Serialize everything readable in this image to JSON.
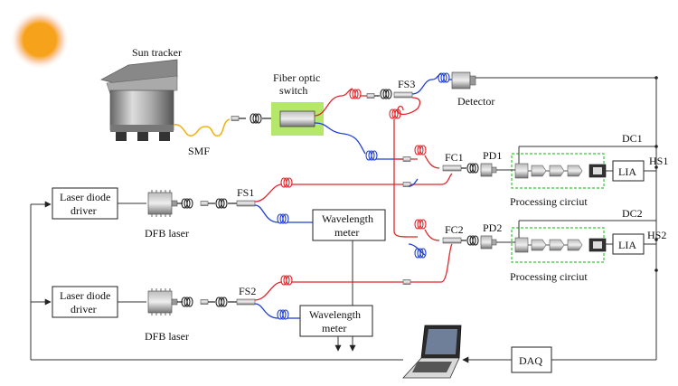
{
  "labels": {
    "sun_tracker": "Sun tracker",
    "fiber_switch_1": "Fiber optic",
    "fiber_switch_2": "switch",
    "smf": "SMF",
    "fs3": "FS3",
    "detector": "Detector",
    "dc1": "DC1",
    "hs1": "HS1",
    "fc1": "FC1",
    "pd1": "PD1",
    "lia1": "LIA",
    "processing1": "Processing circiut",
    "laser_driver1_a": "Laser diode",
    "laser_driver1_b": "driver",
    "fs1": "FS1",
    "dfb1": "DFB laser",
    "wavemeter1_a": "Wavelength",
    "wavemeter1_b": "meter",
    "dc2": "DC2",
    "hs2": "HS2",
    "fc2": "FC2",
    "pd2": "PD2",
    "lia2": "LIA",
    "processing2": "Processing circiut",
    "laser_driver2_a": "Laser diode",
    "laser_driver2_b": "driver",
    "fs2": "FS2",
    "dfb2": "DFB laser",
    "wavemeter2_a": "Wavelength",
    "wavemeter2_b": "meter",
    "daq": "DAQ"
  },
  "colors": {
    "sun": "#f7a21b",
    "fiber_red": "#e0262c",
    "fiber_blue": "#1f3fd0",
    "fiber_yellow": "#f2b21a",
    "switch_highlight": "#b5e86a",
    "dashed_box": "#33cc33"
  },
  "icons": [
    "sun-icon",
    "sun-tracker-icon",
    "dfb-laser-icon",
    "photodiode-icon",
    "detector-icon",
    "laptop-icon",
    "fiber-coil-icon"
  ]
}
